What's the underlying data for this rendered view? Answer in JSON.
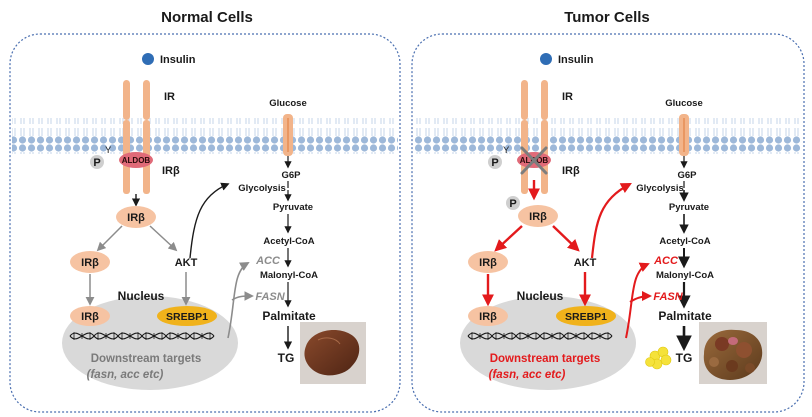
{
  "panels": {
    "normal": {
      "title": "Normal Cells",
      "insulin": "Insulin",
      "receptor": "IR",
      "receptor_beta": "IRβ",
      "phospho_y": "Y",
      "phospho_p": "P",
      "aldob": "ALDOB",
      "irb_cyto": "IRβ",
      "irb_left": "IRβ",
      "akt": "AKT",
      "nucleus": "Nucleus",
      "irb_nuc": "IRβ",
      "srebp1": "SREBP1",
      "downstream": "Downstream targets",
      "downstream_genes": "(fasn, acc etc)",
      "pathway": [
        "Glucose",
        "G6P",
        "Glycolysis",
        "Pyruvate",
        "Acetyl-CoA",
        "ACC",
        "Malonyl-CoA",
        "FASN",
        "Palmitate",
        "TG"
      ]
    },
    "tumor": {
      "title": "Tumor Cells",
      "insulin": "Insulin",
      "receptor": "IR",
      "receptor_beta": "IRβ",
      "phospho_y": "Y",
      "phospho_p": "P",
      "aldob": "ALDOB",
      "phospho_p2": "P",
      "irb_cyto": "IRβ",
      "irb_left": "IRβ",
      "akt": "AKT",
      "nucleus": "Nucleus",
      "irb_nuc": "IRβ",
      "srebp1": "SREBP1",
      "downstream": "Downstream targets",
      "downstream_genes": "(fasn, acc etc)",
      "pathway": [
        "Glucose",
        "G6P",
        "Glycolysis",
        "Pyruvate",
        "Acetyl-CoA",
        "ACC",
        "Malonyl-CoA",
        "FASN",
        "Palmitate",
        "TG"
      ]
    }
  },
  "colors": {
    "border": "#4a6fb0",
    "membrane": "#9db8d9",
    "receptor": "#f2b48a",
    "irb_node": "#f6c3a2",
    "aldob": "#e06a78",
    "srebp1": "#f0b21b",
    "nucleus": "#d9d9d9",
    "red": "#e31a1c",
    "gray_arrow": "#8c8c8c",
    "insulin": "#2f6db5",
    "lipid": "#f5e23a"
  },
  "icons": {
    "liver_normal": "liver-photo-icon",
    "liver_tumor": "liver-tumor-photo-icon",
    "dna": "dna-helix-icon",
    "lipid": "lipid-droplet-icon",
    "block": "cross-x-icon"
  }
}
